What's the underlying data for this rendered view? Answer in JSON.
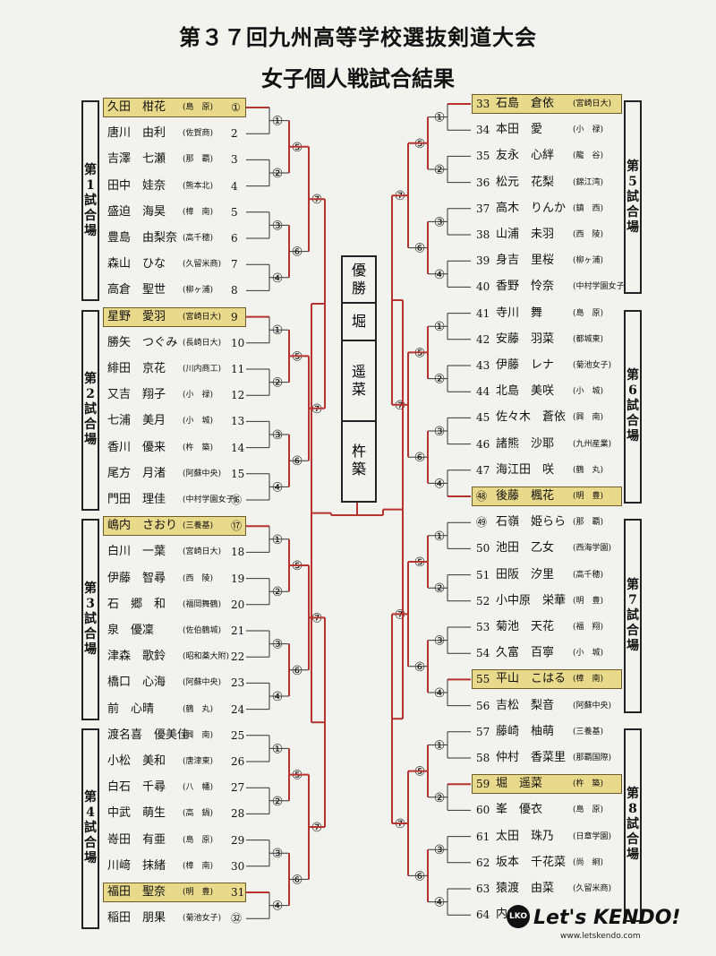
{
  "title": "第３７回九州高等学校選抜剣道大会",
  "subtitle": "女子個人戦試合結果",
  "champion": {
    "label": "優勝",
    "name_family": "堀",
    "name_given": "遥菜",
    "school": "杵築"
  },
  "venues": [
    {
      "label": "第1試合場",
      "side": "left"
    },
    {
      "label": "第2試合場",
      "side": "left"
    },
    {
      "label": "第3試合場",
      "side": "left"
    },
    {
      "label": "第4試合場",
      "side": "left"
    },
    {
      "label": "第5試合場",
      "side": "right"
    },
    {
      "label": "第6試合場",
      "side": "right"
    },
    {
      "label": "第7試合場",
      "side": "right"
    },
    {
      "label": "第8試合場",
      "side": "right"
    }
  ],
  "left_players": [
    {
      "num": "①",
      "name": "久田　柑花",
      "school": "島　原",
      "win": true
    },
    {
      "num": "2",
      "name": "唐川　由利",
      "school": "佐賀商"
    },
    {
      "num": "3",
      "name": "吉澤　七瀬",
      "school": "那　覇"
    },
    {
      "num": "4",
      "name": "田中　娃奈",
      "school": "熊本北"
    },
    {
      "num": "5",
      "name": "盛迫　海昊",
      "school": "樟　南"
    },
    {
      "num": "6",
      "name": "豊島　由梨奈",
      "school": "高千穂"
    },
    {
      "num": "7",
      "name": "森山　ひな",
      "school": "久留米商"
    },
    {
      "num": "8",
      "name": "高倉　聖世",
      "school": "柳ヶ浦"
    },
    {
      "num": "9",
      "name": "星野　愛羽",
      "school": "宮崎日大",
      "win": true
    },
    {
      "num": "10",
      "name": "勝矢　つぐみ",
      "school": "長崎日大"
    },
    {
      "num": "11",
      "name": "緋田　京花",
      "school": "川内商工"
    },
    {
      "num": "12",
      "name": "又吉　翔子",
      "school": "小　禄"
    },
    {
      "num": "13",
      "name": "七浦　美月",
      "school": "小　城"
    },
    {
      "num": "14",
      "name": "香川　優来",
      "school": "杵　築"
    },
    {
      "num": "15",
      "name": "尾方　月渚",
      "school": "阿蘇中央"
    },
    {
      "num": "⑯",
      "name": "門田　理佳",
      "school": "中村学園女子"
    },
    {
      "num": "⑰",
      "name": "嶋内　さおり",
      "school": "三養基",
      "win": true
    },
    {
      "num": "18",
      "name": "白川　一葉",
      "school": "宮崎日大"
    },
    {
      "num": "19",
      "name": "伊藤　智尋",
      "school": "西　陵"
    },
    {
      "num": "20",
      "name": "石　郷　和",
      "school": "福岡舞鶴"
    },
    {
      "num": "21",
      "name": "泉　優凜",
      "school": "佐伯鶴城"
    },
    {
      "num": "22",
      "name": "津森　歌鈴",
      "school": "昭和薬大附"
    },
    {
      "num": "23",
      "name": "橋口　心海",
      "school": "阿蘇中央"
    },
    {
      "num": "24",
      "name": "前　心晴",
      "school": "鶴　丸"
    },
    {
      "num": "25",
      "name": "渡名喜　優美佳",
      "school": "興　南"
    },
    {
      "num": "26",
      "name": "小松　美和",
      "school": "唐津東"
    },
    {
      "num": "27",
      "name": "白石　千尋",
      "school": "八　幡"
    },
    {
      "num": "28",
      "name": "中武　萌生",
      "school": "高　鍋"
    },
    {
      "num": "29",
      "name": "嵜田　有亜",
      "school": "島　原"
    },
    {
      "num": "30",
      "name": "川﨑　抹緒",
      "school": "樟　南"
    },
    {
      "num": "31",
      "name": "福田　聖奈",
      "school": "明　豊",
      "win": true
    },
    {
      "num": "㉜",
      "name": "稲田　朋果",
      "school": "菊池女子"
    }
  ],
  "right_players": [
    {
      "num": "33",
      "name": "石島　倉依",
      "school": "宮崎日大",
      "win": true
    },
    {
      "num": "34",
      "name": "本田　愛",
      "school": "小　禄"
    },
    {
      "num": "35",
      "name": "友永　心絆",
      "school": "龍　谷"
    },
    {
      "num": "36",
      "name": "松元　花梨",
      "school": "錦江湾"
    },
    {
      "num": "37",
      "name": "高木　りんか",
      "school": "鎮　西"
    },
    {
      "num": "38",
      "name": "山浦　未羽",
      "school": "西　陵"
    },
    {
      "num": "39",
      "name": "身吉　里桜",
      "school": "柳ヶ浦"
    },
    {
      "num": "40",
      "name": "香野　怜奈",
      "school": "中村学園女子"
    },
    {
      "num": "41",
      "name": "寺川　舞",
      "school": "島　原"
    },
    {
      "num": "42",
      "name": "安藤　羽菜",
      "school": "都城東"
    },
    {
      "num": "43",
      "name": "伊藤　レナ",
      "school": "菊池女子"
    },
    {
      "num": "44",
      "name": "北島　美咲",
      "school": "小　城"
    },
    {
      "num": "45",
      "name": "佐々木　蒼依",
      "school": "興　南"
    },
    {
      "num": "46",
      "name": "諸熊　沙耶",
      "school": "九州産業"
    },
    {
      "num": "47",
      "name": "海江田　咲",
      "school": "鶴　丸"
    },
    {
      "num": "㊽",
      "name": "後藤　楓花",
      "school": "明　豊",
      "win": true
    },
    {
      "num": "㊾",
      "name": "石嶺　姫らら",
      "school": "那　覇"
    },
    {
      "num": "50",
      "name": "池田　乙女",
      "school": "西海学園"
    },
    {
      "num": "51",
      "name": "田阪　汐里",
      "school": "高千穂"
    },
    {
      "num": "52",
      "name": "小中原　栄華",
      "school": "明　豊"
    },
    {
      "num": "53",
      "name": "菊池　天花",
      "school": "福　翔"
    },
    {
      "num": "54",
      "name": "久富　百寧",
      "school": "小　城"
    },
    {
      "num": "55",
      "name": "平山　こはる",
      "school": "樟　南",
      "win": true
    },
    {
      "num": "56",
      "name": "吉松　梨音",
      "school": "阿蘇中央"
    },
    {
      "num": "57",
      "name": "藤崎　柚萌",
      "school": "三養基"
    },
    {
      "num": "58",
      "name": "仲村　香菜里",
      "school": "那覇国際"
    },
    {
      "num": "59",
      "name": "堀　遥菜",
      "school": "杵　築",
      "win": true
    },
    {
      "num": "60",
      "name": "峯　優衣",
      "school": "島　原"
    },
    {
      "num": "61",
      "name": "太田　珠乃",
      "school": "日章学園"
    },
    {
      "num": "62",
      "name": "坂本　千花菜",
      "school": "尚　絅"
    },
    {
      "num": "63",
      "name": "猿渡　由菜",
      "school": "久留米商"
    },
    {
      "num": "64",
      "name": "内",
      "school": ""
    }
  ],
  "match_labels": [
    "①",
    "②",
    "③",
    "④",
    "⑤",
    "⑥",
    "⑦"
  ],
  "watermark": {
    "logo": "LKO",
    "text": "Let's KENDO!",
    "url": "www.letskendo.com"
  }
}
